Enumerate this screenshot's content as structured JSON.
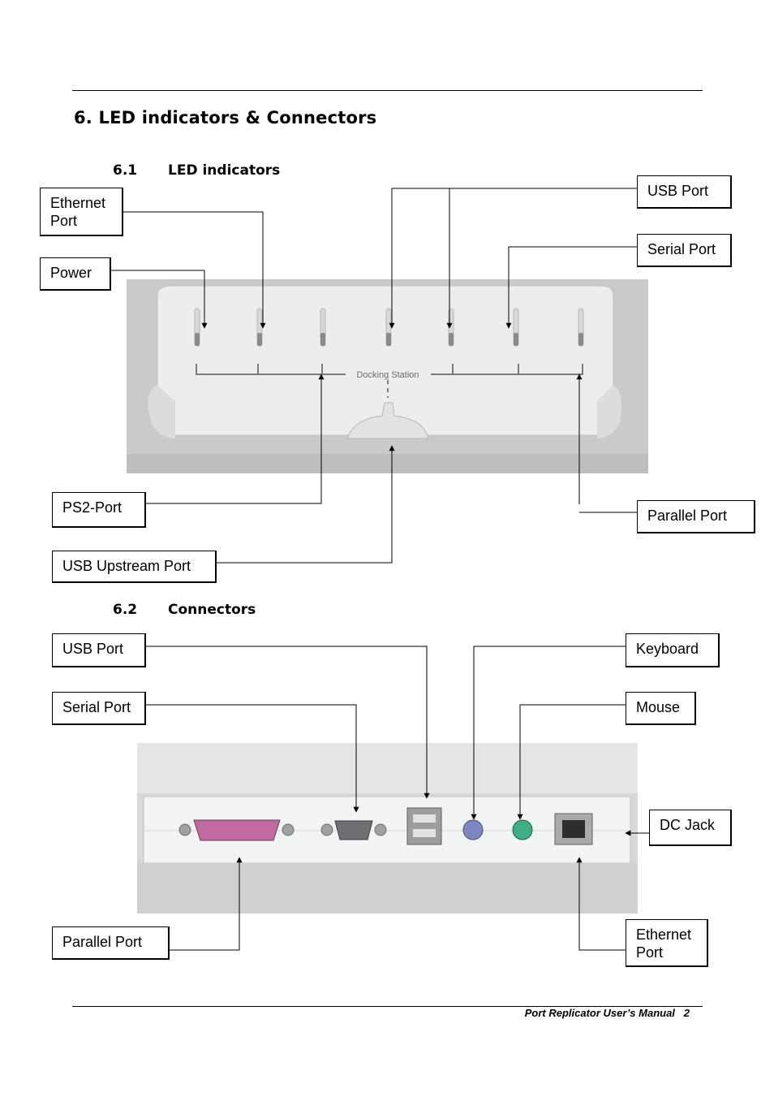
{
  "title": "6. LED indicators & Connectors",
  "section1": {
    "number": "6.1",
    "title": "LED indicators",
    "callouts": {
      "ethernet": "Ethernet Port",
      "power": "Power",
      "usb": "USB Port",
      "serial": "Serial Port",
      "ps2": "PS2-Port",
      "usb_upstream": "USB Upstream Port",
      "parallel": "Parallel Port"
    },
    "photo": {
      "label": "Docking Station"
    }
  },
  "section2": {
    "number": "6.2",
    "title": "Connectors",
    "callouts": {
      "usb": "USB Port",
      "serial": "Serial Port",
      "keyboard": "Keyboard",
      "mouse": "Mouse",
      "dc_jack": "DC Jack",
      "parallel": "Parallel Port",
      "ethernet": "Ethernet Port"
    }
  },
  "footer": {
    "text": "Port Replicator User’s Manual",
    "page": "2"
  }
}
